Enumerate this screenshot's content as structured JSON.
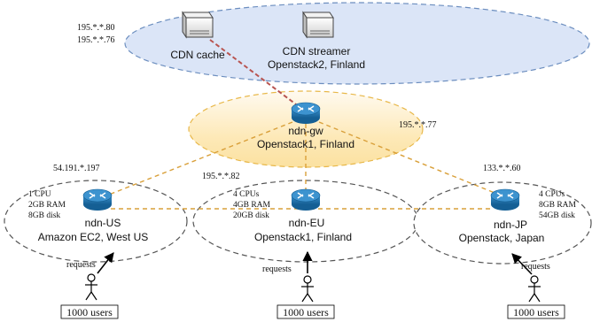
{
  "cdn_cloud": {
    "label": "Openstack2, Finland",
    "ips": [
      "195.*.*.80",
      "195.*.*.76"
    ],
    "cache_label": "CDN cache",
    "streamer_label": "CDN streamer"
  },
  "gateway": {
    "name": "ndn-gw",
    "cloud_label": "Openstack1, Finland",
    "ip": "195.*.*.77"
  },
  "nodes": {
    "us": {
      "name": "ndn-US",
      "cloud_label": "Amazon EC2, West US",
      "ip": "54.191.*.197",
      "specs": [
        "1 CPU",
        "2GB RAM",
        "8GB disk"
      ]
    },
    "eu": {
      "name": "ndn-EU",
      "cloud_label": "Openstack1, Finland",
      "ip": "195.*.*.82",
      "specs": [
        "4 CPUs",
        "4GB RAM",
        "20GB disk"
      ]
    },
    "jp": {
      "name": "ndn-JP",
      "cloud_label": "Openstack, Japan",
      "ip": "133.*.*.60",
      "specs": [
        "4 CPUs",
        "8GB RAM",
        "54GB disk"
      ]
    }
  },
  "clients": {
    "requests_label": "requests",
    "users_label": "1000 users"
  },
  "colors": {
    "cdn_cloud_fill": "#dbe5f7",
    "cdn_cloud_stroke": "#6c8ebf",
    "gw_cloud_fill": "#fdefc8",
    "gw_cloud_stroke": "#e8b84a",
    "edge_cloud_stroke": "#555555",
    "dashed_link": "#d9a03a",
    "cdn_link": "#b85450",
    "router_blue": "#1f6fa8"
  }
}
